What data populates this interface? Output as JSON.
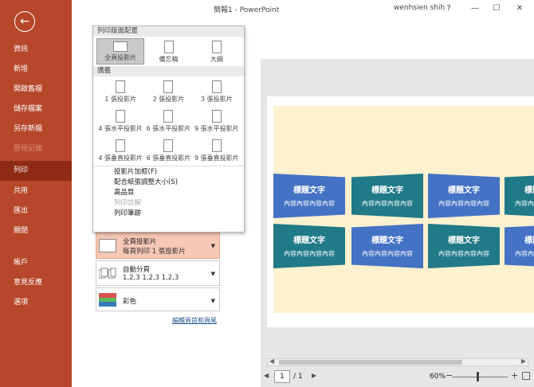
{
  "window": {
    "title": "簡報1 - PowerPoint",
    "user": "wenhsien shih",
    "help": "?",
    "minimize": "—",
    "maximize": "☐",
    "close": "✕"
  },
  "sidebar": {
    "back": "←",
    "items": [
      {
        "label": "資訊",
        "state": "normal"
      },
      {
        "label": "新增",
        "state": "normal"
      },
      {
        "label": "開啟舊檔",
        "state": "normal"
      },
      {
        "label": "儲存檔案",
        "state": "normal"
      },
      {
        "label": "另存新檔",
        "state": "normal"
      },
      {
        "label": "歷程記錄",
        "state": "disabled"
      },
      {
        "label": "列印",
        "state": "active"
      },
      {
        "label": "共用",
        "state": "normal"
      },
      {
        "label": "匯出",
        "state": "normal"
      },
      {
        "label": "關閉",
        "state": "normal"
      },
      {
        "label": "帳戶",
        "state": "normal"
      },
      {
        "label": "意見反應",
        "state": "normal"
      },
      {
        "label": "選項",
        "state": "normal"
      }
    ]
  },
  "dropdown": {
    "section_layout": "列印版面配置",
    "layouts": [
      {
        "label": "全頁投影片",
        "selected": true
      },
      {
        "label": "備忘稿",
        "selected": false
      },
      {
        "label": "大綱",
        "selected": false
      }
    ],
    "section_handouts": "講義",
    "handouts": [
      {
        "label": "1 張投影片"
      },
      {
        "label": "2 張投影片"
      },
      {
        "label": "3 張投影片"
      },
      {
        "label": "4 張水平投影片"
      },
      {
        "label": "6 張水平投影片"
      },
      {
        "label": "9 張水平投影片"
      },
      {
        "label": "4 張垂直投影片"
      },
      {
        "label": "6 張垂直投影片"
      },
      {
        "label": "9 張垂直投影片"
      }
    ],
    "menu": [
      {
        "label": "投影片加框(F)",
        "disabled": false
      },
      {
        "label": "配合紙張調整大小(S)",
        "disabled": false
      },
      {
        "label": "高品質",
        "disabled": false
      },
      {
        "label": "列印註解",
        "disabled": true
      },
      {
        "label": "列印筆跡",
        "disabled": false
      }
    ]
  },
  "settings": {
    "layout_line1": "全頁投影片",
    "layout_line2": "每頁列印 1 張投影片",
    "collate_line1": "自動分頁",
    "collate_line2": "1,2,3    1,2,3    1,2,3",
    "color_line1": "彩色",
    "header_footer": "編輯頁首和頁尾"
  },
  "slide": {
    "card_title": "標題文字",
    "card_body": "內容內容內容內容"
  },
  "bottom": {
    "page": "1",
    "of": "/ 1",
    "zoom": "60%"
  },
  "colors": {
    "sidebar": "#b7472a",
    "card_blue": "#4472c4",
    "card_teal": "#217a87",
    "slide_bg": "#fdf1cf"
  }
}
